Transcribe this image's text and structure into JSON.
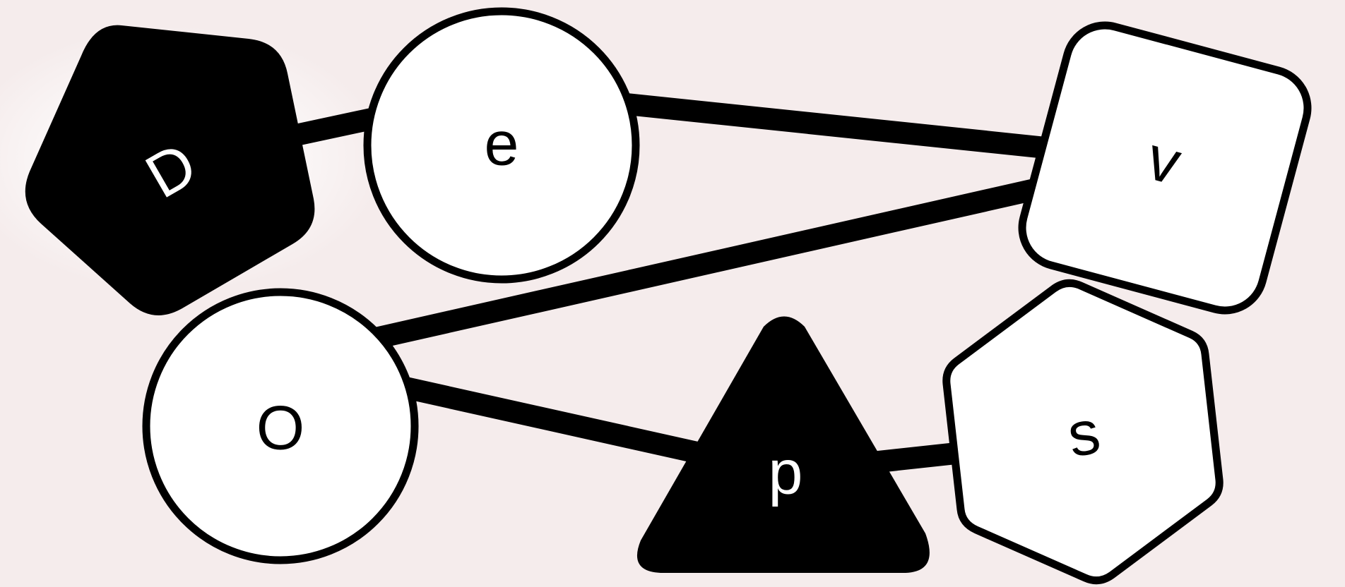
{
  "colors": {
    "background": "#f5ecec",
    "glow": "#ffffff",
    "edge": "#000000",
    "dark_fill": "#000000",
    "light_fill": "#ffffff",
    "outline": "#000000"
  },
  "nodes": [
    {
      "id": "D",
      "label": "D",
      "shape": "pentagon",
      "fill": "dark"
    },
    {
      "id": "e",
      "label": "e",
      "shape": "circle",
      "fill": "light"
    },
    {
      "id": "v",
      "label": "v",
      "shape": "square",
      "fill": "light"
    },
    {
      "id": "O",
      "label": "O",
      "shape": "circle",
      "fill": "light"
    },
    {
      "id": "p",
      "label": "p",
      "shape": "triangle",
      "fill": "dark"
    },
    {
      "id": "s",
      "label": "s",
      "shape": "hexagon",
      "fill": "light"
    }
  ],
  "edges": [
    {
      "from": "D",
      "to": "e"
    },
    {
      "from": "e",
      "to": "v"
    },
    {
      "from": "v",
      "to": "O"
    },
    {
      "from": "O",
      "to": "p"
    },
    {
      "from": "p",
      "to": "s"
    }
  ]
}
